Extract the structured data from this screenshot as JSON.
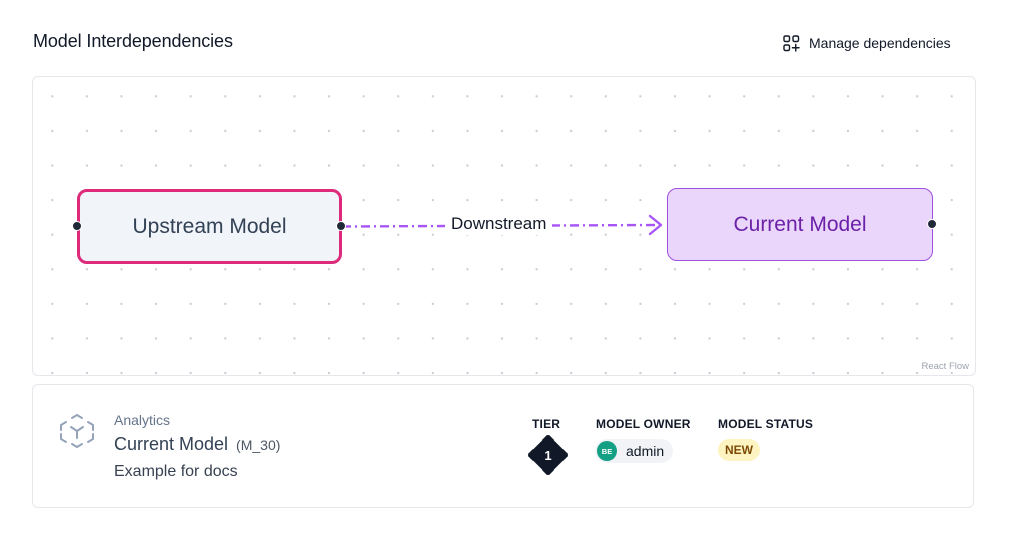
{
  "header": {
    "title": "Model Interdependencies",
    "manage_label": "Manage dependencies",
    "manage_icon": "grid-plus-icon"
  },
  "flow": {
    "upstream_node": "Upstream Model",
    "current_node": "Current Model",
    "edge_label": "Downstream",
    "attribution": "React Flow",
    "colors": {
      "upstream_border": "#dd2a7b",
      "current_border": "#9d4ee0",
      "current_fill": "#ead5fb",
      "current_text": "#6b21a8",
      "edge": "#a855f7"
    }
  },
  "model": {
    "icon": "model-cube-icon",
    "domain": "Analytics",
    "name": "Current Model",
    "id": "(M_30)",
    "description": "Example for docs",
    "tier": {
      "label": "TIER",
      "value": "1"
    },
    "owner": {
      "label": "MODEL OWNER",
      "initials": "BE",
      "name": "admin",
      "avatar_color": "#14a085"
    },
    "status": {
      "label": "MODEL STATUS",
      "value": "NEW",
      "color": "#fdf4c2"
    }
  }
}
